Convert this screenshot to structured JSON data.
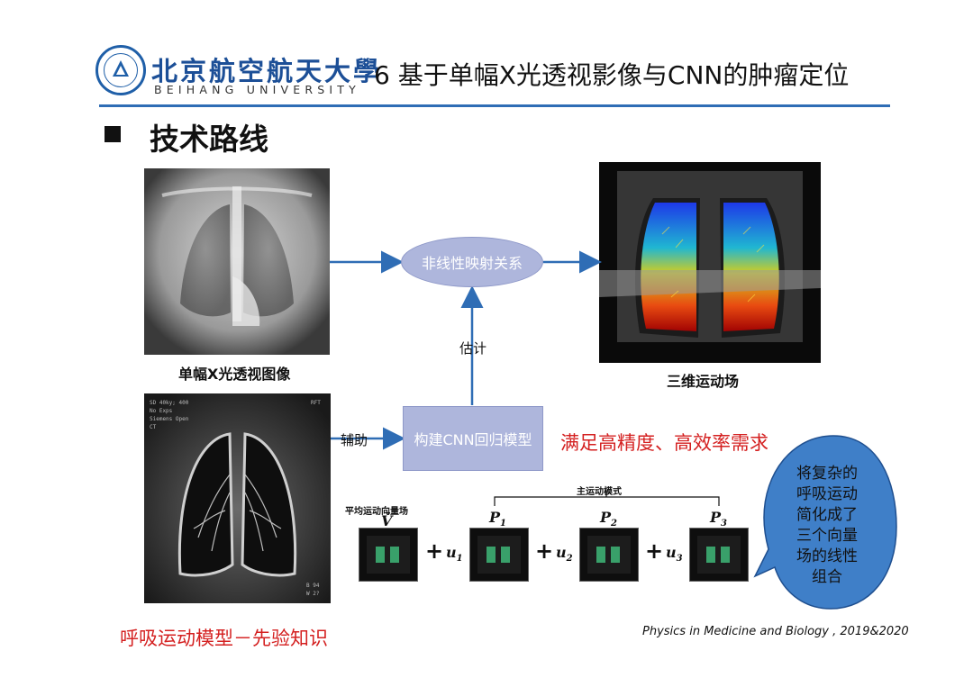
{
  "header": {
    "university_cn": "北京航空航天大學",
    "university_en": "BEIHANG UNIVERSITY",
    "slide_title": "6 基于单幅X光透视影像与CNN的肿瘤定位"
  },
  "section": {
    "title": "技术路线"
  },
  "images": {
    "xray_caption": "单幅X光透视图像",
    "motion_caption": "三维运动场"
  },
  "flow": {
    "ellipse_label": "非线性映射关系",
    "estimate_label": "估计",
    "rect_label": "构建CNN回归模型",
    "assist_label": "辅助",
    "claim": "满足高精度、高效率需求"
  },
  "modes": {
    "mean_field_label": "平均运动向量场",
    "main_modes_label": "主运动模式",
    "mean_symbol": "V̄",
    "p1": "P",
    "p1_sub": "1",
    "p2": "P",
    "p2_sub": "2",
    "p3": "P",
    "p3_sub": "3",
    "u1": "u",
    "u1_sub": "1",
    "u2": "u",
    "u2_sub": "2",
    "u3": "u",
    "u3_sub": "3",
    "plus": "+"
  },
  "bubble": {
    "lines": [
      "将复杂的",
      "呼吸运动",
      "简化成了",
      "三个向量",
      "场的线性",
      "组合"
    ]
  },
  "footer": {
    "prior_knowledge": "呼吸运动模型－先验知识",
    "citation": "Physics in Medicine and Biology , 2019&2020"
  },
  "colors": {
    "accent_blue": "#2f6db5",
    "shape_fill": "#aeb6dc",
    "highlight_red": "#d42020",
    "bubble_fill": "#3f7fc8"
  }
}
